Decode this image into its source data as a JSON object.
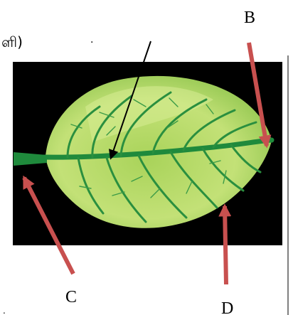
{
  "diagram": {
    "labels": {
      "b": "B",
      "c": "C",
      "d": "D"
    },
    "edge_text": {
      "left_fragment": "ளி)",
      "bottom_fragment": "."
    },
    "colors": {
      "background_panel": "#000000",
      "leaf_fill": "#b9dd6a",
      "leaf_vein": "#1f8a3c",
      "pointer_arrow": "#c8504f",
      "label_arrow": "#000000"
    }
  }
}
